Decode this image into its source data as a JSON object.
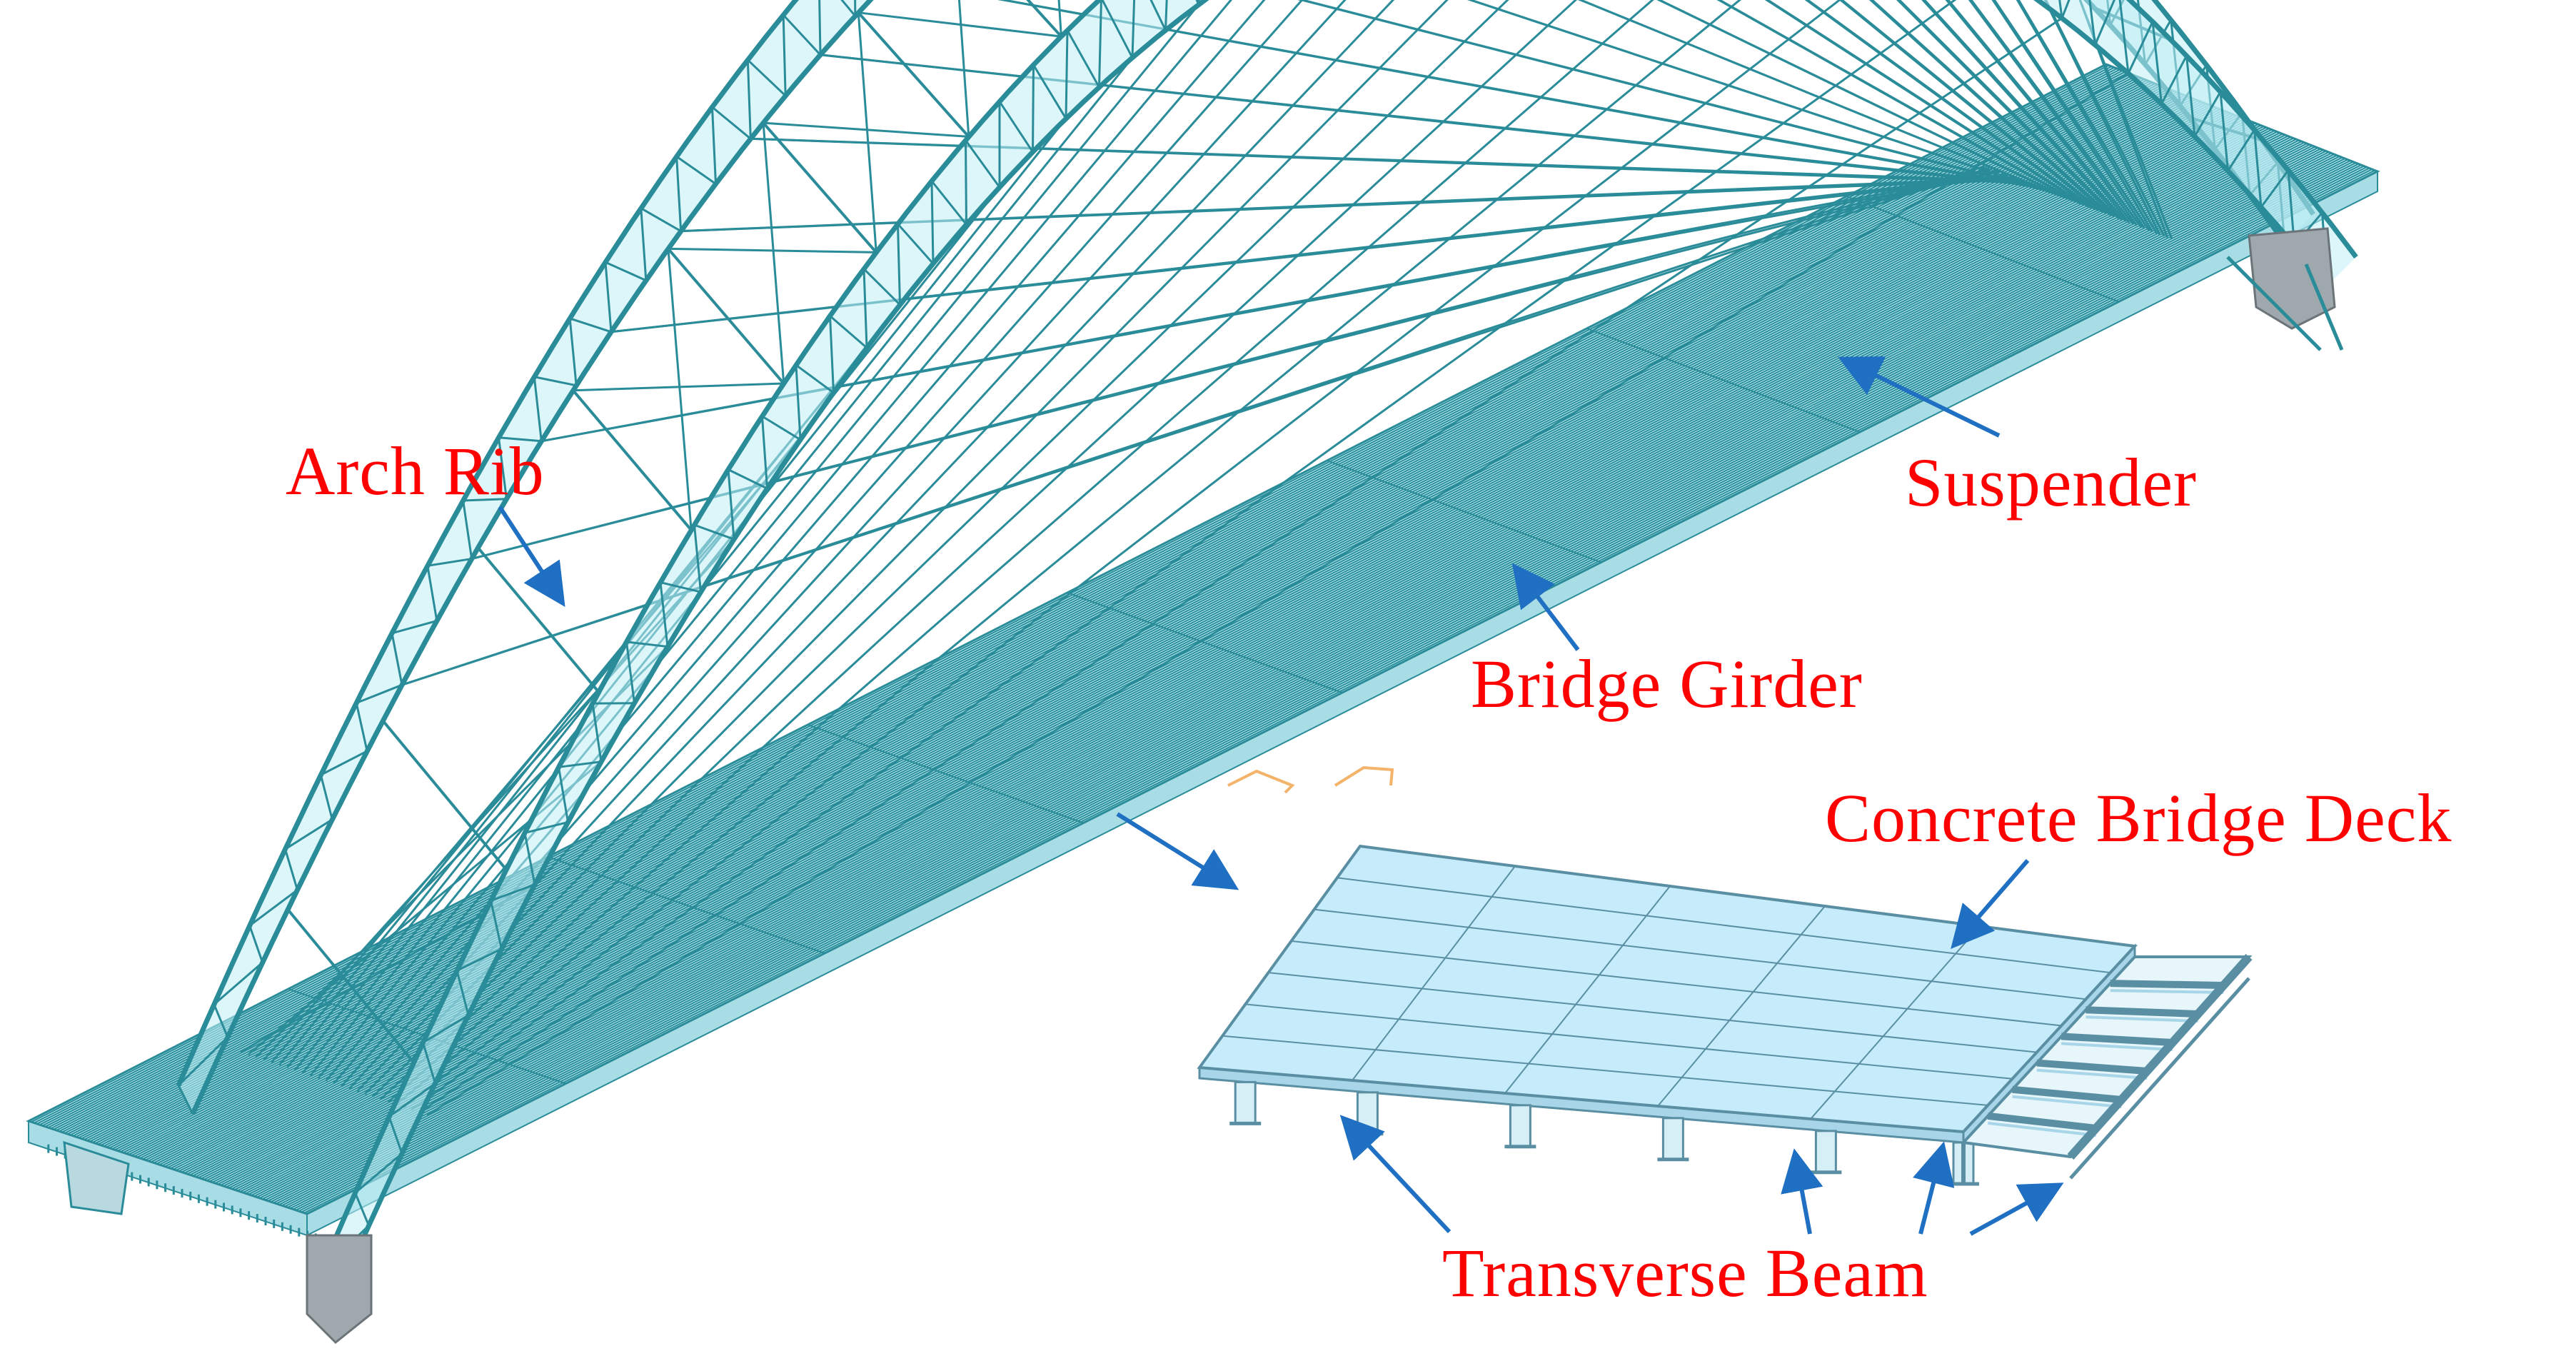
{
  "colors": {
    "label_red": "#ff0000",
    "arrow_blue": "#1f6fc2",
    "structure_fill": "#bfeff5",
    "structure_line": "#2a8c99",
    "deck_fill": "#c6ecfb",
    "deck_line": "#5a8fa3",
    "support_gray": "#9ea8ad",
    "ghost_orange": "#f3b36a"
  },
  "labels": {
    "arch_rib": "Arch Rib",
    "suspender": "Suspender",
    "bridge_girder": "Bridge Girder",
    "concrete_bridge_deck": "Concrete Bridge Deck",
    "transverse_beam": "Transverse Beam"
  }
}
